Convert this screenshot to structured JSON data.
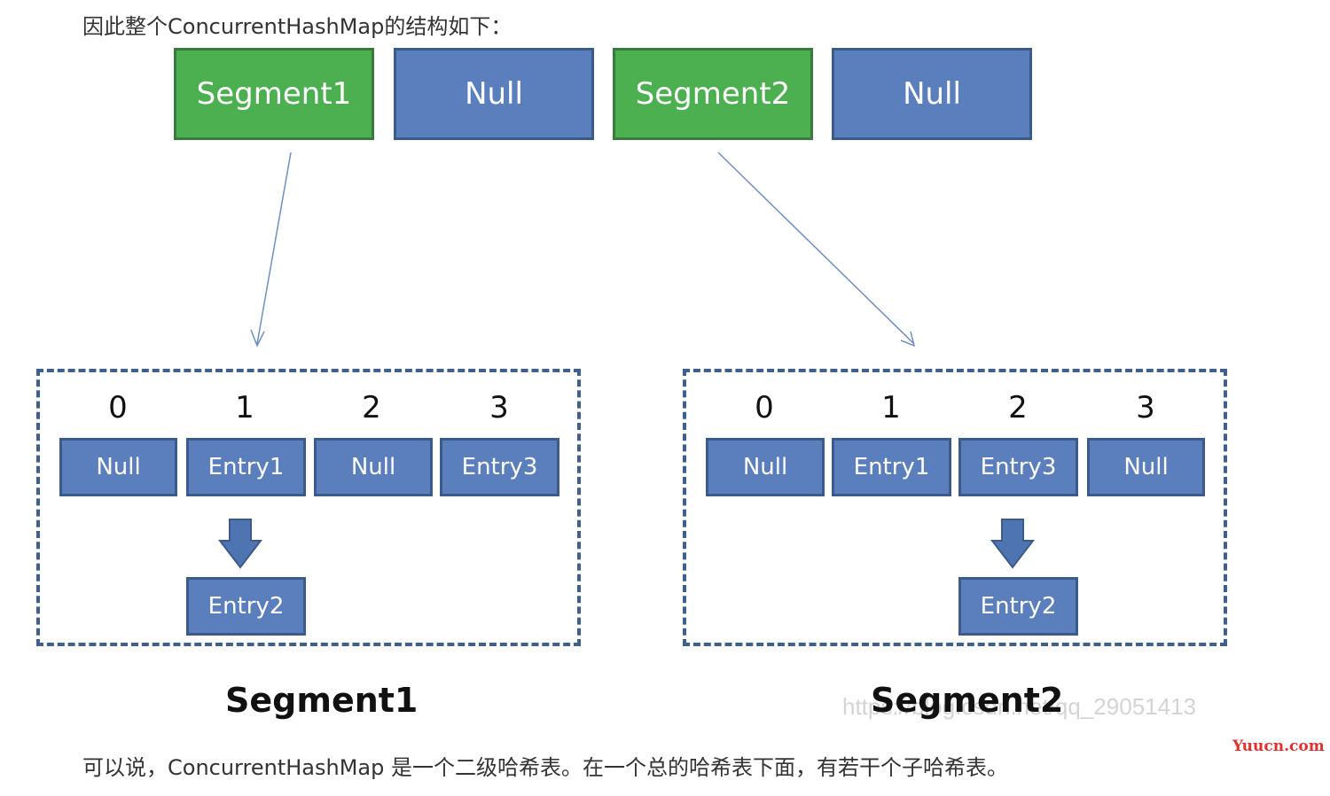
{
  "intro_text": "因此整个ConcurrentHashMap的结构如下：",
  "summary_text": "可以说，ConcurrentHashMap 是一个二级哈希表。在一个总的哈希表下面，有若干个子哈希表。",
  "top_row": [
    {
      "label": "Segment1",
      "color": "green"
    },
    {
      "label": "Null",
      "color": "blue"
    },
    {
      "label": "Segment2",
      "color": "green"
    },
    {
      "label": "Null",
      "color": "blue"
    }
  ],
  "segment1": {
    "caption": "Segment1",
    "indices": [
      "0",
      "1",
      "2",
      "3"
    ],
    "entries": [
      "Null",
      "Entry1",
      "Null",
      "Entry3"
    ],
    "chained": "Entry2"
  },
  "segment2": {
    "caption": "Segment2",
    "indices": [
      "0",
      "1",
      "2",
      "3"
    ],
    "entries": [
      "Null",
      "Entry1",
      "Entry3",
      "Null"
    ],
    "chained": "Entry2"
  },
  "watermark": "https://blog.csdn.net/qq_29051413",
  "site_mark": "Yuucn.com",
  "colors": {
    "green": "#4caf50",
    "blue": "#5b7fbd",
    "border": "#3b5b8a",
    "dashed": "#3f5f8f"
  }
}
